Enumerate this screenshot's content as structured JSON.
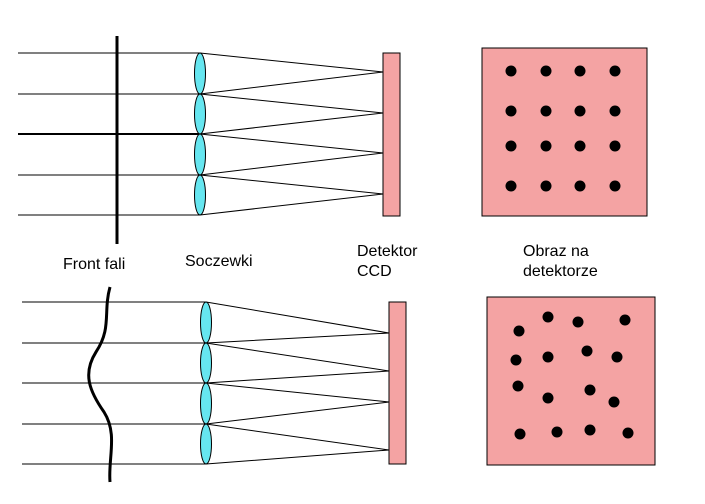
{
  "labels": {
    "wavefront": "Front fali",
    "lenses": "Soczewki",
    "detector_line1": "Detektor",
    "detector_line2": "CCD",
    "image_line1": "Obraz na",
    "image_line2": "detektorze"
  },
  "colors": {
    "detector_fill": "#f4a3a3",
    "lens_fill": "#66e6f0",
    "line": "#000000"
  },
  "panels": [
    {
      "name": "plane-wavefront",
      "wavefront": "flat",
      "spot_pattern": "regular 4x4 grid"
    },
    {
      "name": "distorted-wavefront",
      "wavefront": "distorted",
      "spot_pattern": "displaced spots"
    }
  ]
}
